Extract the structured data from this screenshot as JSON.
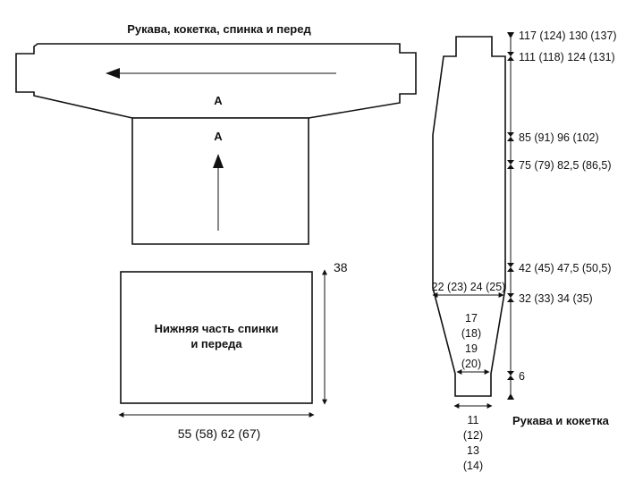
{
  "front_back": {
    "title": "Рукава, кокетка, спинка и перед",
    "mark_top": "А",
    "mark_bottom": "А"
  },
  "lower": {
    "label_line1": "Нижняя часть спинки",
    "label_line2": "и переда",
    "height": "38",
    "width": "55 (58) 62 (67)"
  },
  "sleeve": {
    "label": "Рукава и кокетка",
    "width_upper": "22 (23) 24 (25)",
    "width_lower": [
      "17",
      "(18)",
      "19",
      "(20)"
    ],
    "cuff": [
      "11",
      "(12)",
      "13",
      "(14)"
    ],
    "heights": [
      "117 (124) 130 (137)",
      "111 (118) 124 (131)",
      "85 (91) 96 (102)",
      "75 (79) 82,5 (86,5)",
      "42 (45) 47,5 (50,5)",
      "32 (33) 34 (35)",
      "6"
    ]
  }
}
